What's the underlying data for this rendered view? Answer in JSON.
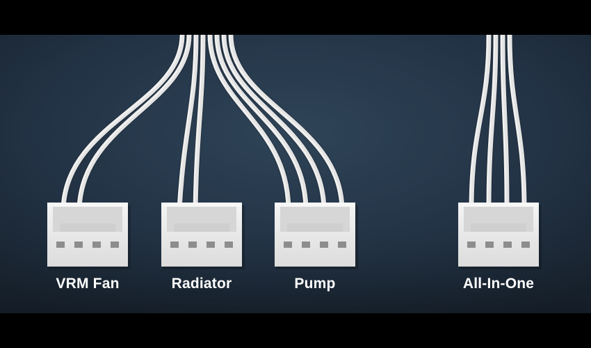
{
  "connectors": [
    {
      "label": "VRM Fan"
    },
    {
      "label": "Radiator"
    },
    {
      "label": "Pump"
    },
    {
      "label": "All-In-One"
    }
  ],
  "colors": {
    "background_center": "#2e4256",
    "background_edge": "#1a2532",
    "cable": "#e6e6e6",
    "connector": "#ececec",
    "pin": "#8a8a8a",
    "label": "#ffffff"
  }
}
